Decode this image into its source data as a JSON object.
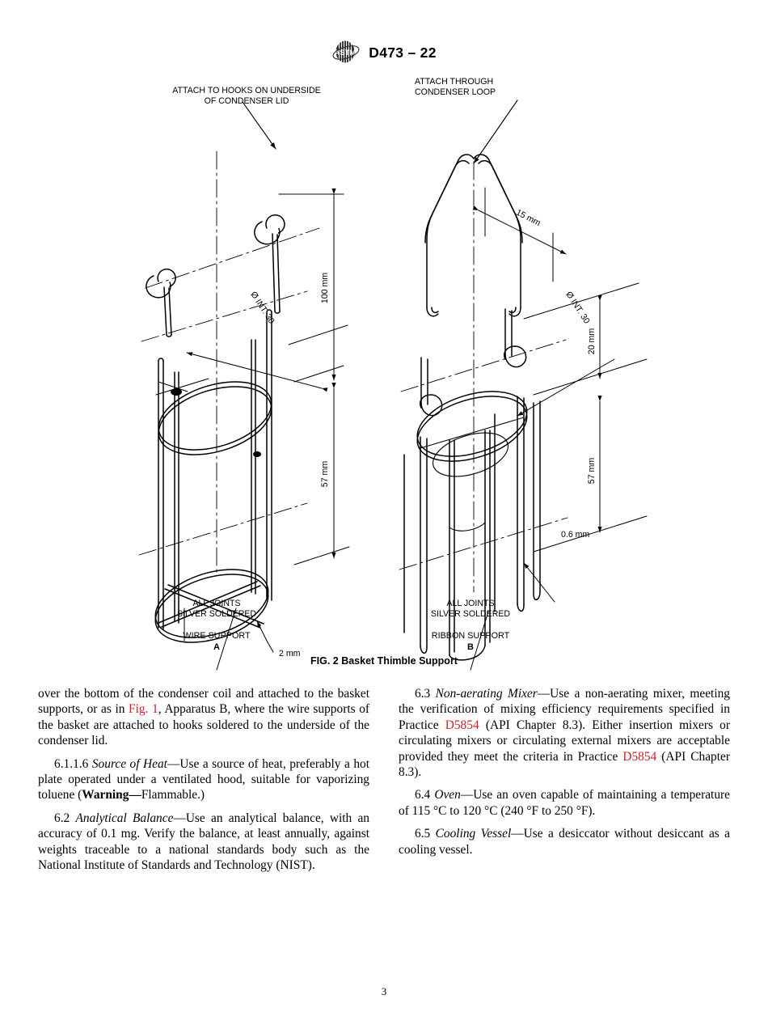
{
  "header": {
    "logo_alt": "ASTM International logo",
    "designation": "D473 – 22"
  },
  "figure": {
    "caption": "FIG. 2 Basket Thimble Support",
    "left": {
      "top_note_line1": "ATTACH TO HOOKS ON UNDERSIDE",
      "top_note_line2": "OF CONDENSER LID",
      "dim_height": "100 mm",
      "dim_diameter": "Ø INT. 30",
      "dim_body": "57 mm",
      "dim_wire": "2 mm",
      "joints_line1": "ALL JOINTS",
      "joints_line2": "SILVER SOLDERED",
      "title": "WIRE SUPPORT",
      "letter": "A"
    },
    "right": {
      "top_note_line1": "ATTACH THROUGH",
      "top_note_line2": "CONDENSER LOOP",
      "dim_hook": "15 mm",
      "dim_band": "20 mm",
      "dim_diameter": "Ø INT. 30",
      "dim_body": "57 mm",
      "dim_thickness": "0.6 mm",
      "joints_line1": "ALL JOINTS",
      "joints_line2": "SILVER SOLDERED",
      "title": "RIBBON SUPPORT",
      "letter": "B"
    }
  },
  "body": {
    "left_column": {
      "para_continued": {
        "t1": "over the bottom of the condenser coil and attached to the basket supports, or as in ",
        "link": "Fig. 1",
        "t2": ", Apparatus B, where the wire supports of the basket are attached to hooks soldered to the underside of the condenser lid."
      },
      "para_6116": {
        "num": "6.1.1.6",
        "title": "Source of Heat",
        "t1": "—Use a source of heat, preferably a hot plate operated under a ventilated hood, suitable for vaporizing toluene (",
        "warning": "Warning—",
        "t2": "Flammable.)"
      },
      "para_62": {
        "num": "6.2",
        "title": "Analytical Balance",
        "t1": "—Use an analytical balance, with an accuracy of 0.1 mg. Verify the balance, at least annually, against weights traceable to a national standards body such as the National Institute of Standards and Technology (NIST)."
      }
    },
    "right_column": {
      "para_63": {
        "num": "6.3",
        "title": "Non-aerating Mixer",
        "t1": "—Use a non-aerating mixer, meeting the verification of mixing efficiency requirements specified in Practice ",
        "link1": "D5854",
        "t2": " (API Chapter 8.3). Either insertion mixers or circulating mixers or circulating external mixers are acceptable provided they meet the criteria in Practice ",
        "link2": "D5854",
        "t3": " (API Chapter 8.3)."
      },
      "para_64": {
        "num": "6.4",
        "title": "Oven",
        "t1": "—Use an oven capable of maintaining a temperature of 115 °C to 120 °C (240 °F to 250 °F)."
      },
      "para_65": {
        "num": "6.5",
        "title": "Cooling Vessel",
        "t1": "—Use a desiccator without desiccant as a cooling vessel."
      }
    }
  },
  "footer": {
    "page_number": "3"
  },
  "colors": {
    "link": "#cc2229",
    "ink": "#000000",
    "paper": "#ffffff"
  }
}
